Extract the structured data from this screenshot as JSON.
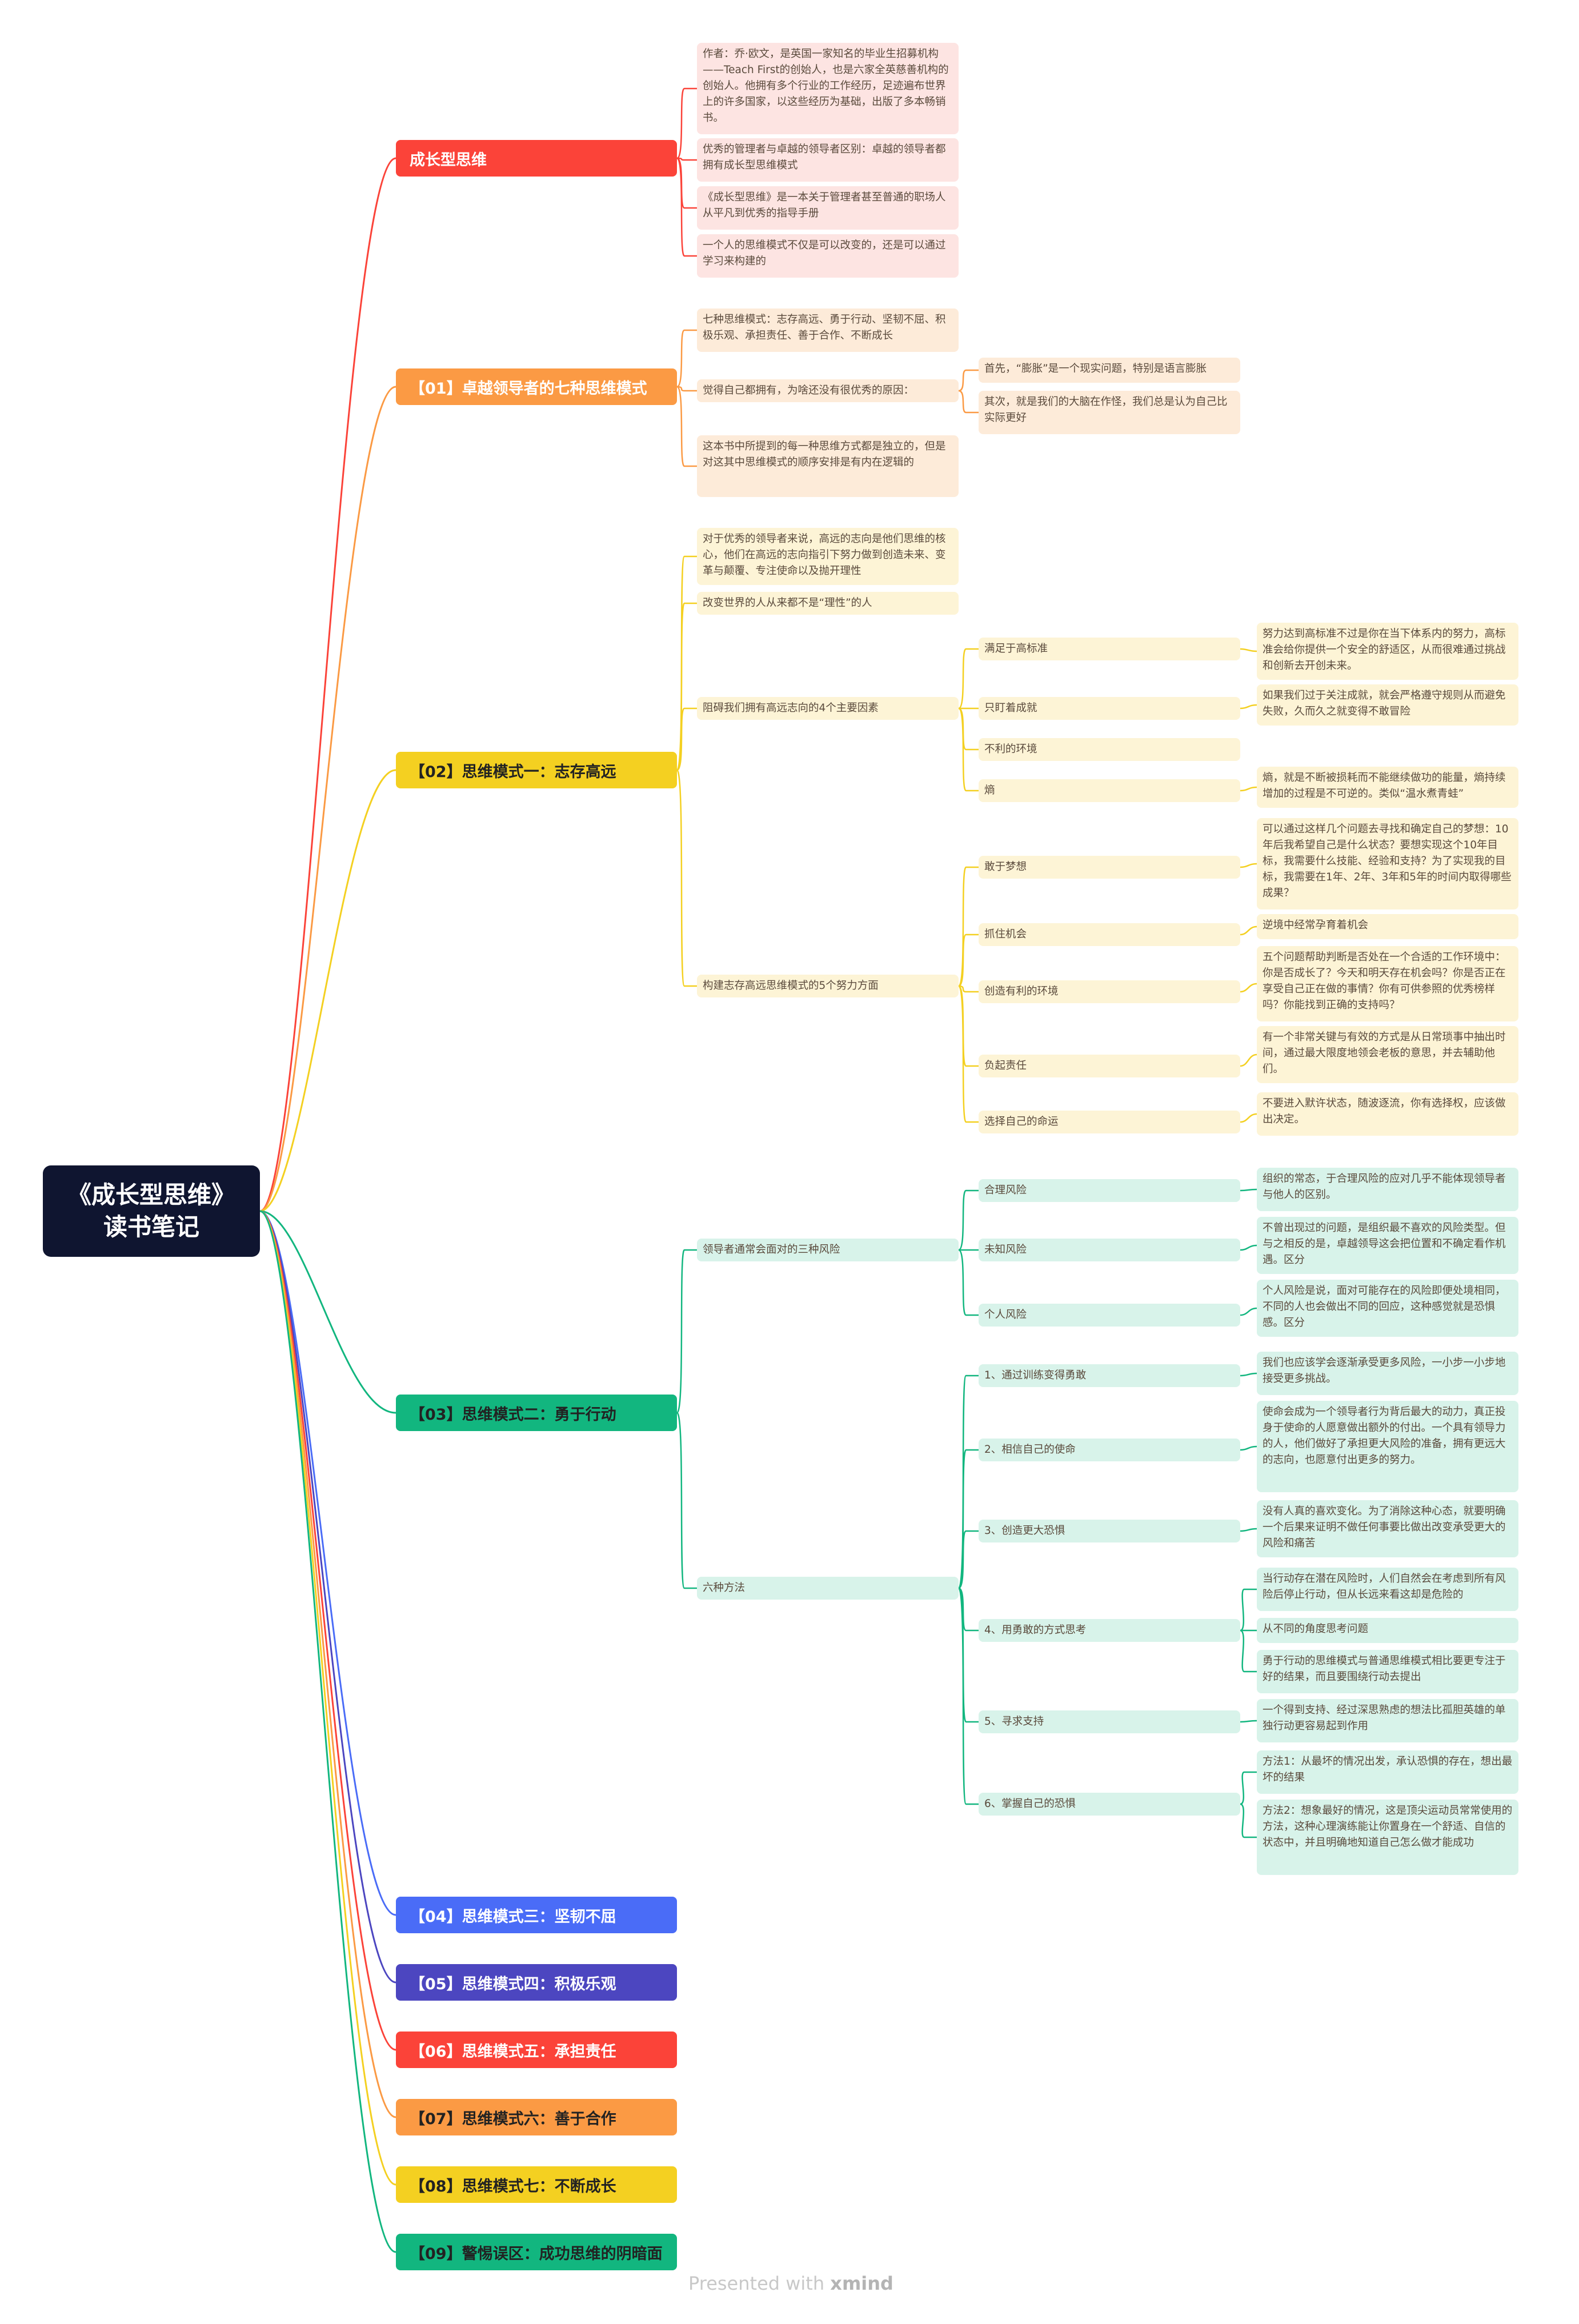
{
  "root": {
    "line1": "《成长型思维》",
    "line2": "读书笔记"
  },
  "branches": [
    {
      "label": "成长型思维",
      "color": "#fb4339"
    },
    {
      "label": "【01】卓越领导者的七种思维模式",
      "color": "#fb9a44"
    },
    {
      "label": "【02】思维模式一：志存高远",
      "color": "#f4d021"
    },
    {
      "label": "【03】思维模式二：勇于行动",
      "color": "#12b67f"
    },
    {
      "label": "【04】思维模式三：坚韧不屈",
      "color": "#4a6cf7"
    },
    {
      "label": "【05】思维模式四：积极乐观",
      "color": "#4c46c0"
    },
    {
      "label": "【06】思维模式五：承担责任",
      "color": "#fb4339"
    },
    {
      "label": "【07】思维模式六：善于合作",
      "color": "#fb9a44"
    },
    {
      "label": "【08】思维模式七：不断成长",
      "color": "#f4d021"
    },
    {
      "label": "【09】警惕误区：成功思维的阴暗面",
      "color": "#12b67f"
    }
  ],
  "b0": [
    "作者：乔·欧文，是英国一家知名的毕业生招募机构——Teach First的创始人，也是六家全英慈善机构的创始人。他拥有多个行业的工作经历，足迹遍布世界上的许多国家，以这些经历为基础，出版了多本畅销书。",
    "优秀的管理者与卓越的领导者区别：卓越的领导者都拥有成长型思维模式",
    "《成长型思维》是一本关于管理者甚至普通的职场人从平凡到优秀的指导手册",
    "一个人的思维模式不仅是可以改变的，还是可以通过学习来构建的"
  ],
  "b1": {
    "items": [
      "七种思维模式：志存高远、勇于行动、坚韧不屈、积极乐观、承担责任、善于合作、不断成长",
      "觉得自己都拥有，为啥还没有很优秀的原因：",
      "这本书中所提到的每一种思维方式都是独立的，但是对这其中思维模式的顺序安排是有内在逻辑的"
    ],
    "sub": [
      "首先，“膨胀”是一个现实问题，特别是语言膨胀",
      "其次，就是我们的大脑在作怪，我们总是认为自己比实际更好"
    ]
  },
  "b2": {
    "items": [
      "对于优秀的领导者来说，高远的志向是他们思维的核心，他们在高远的志向指引下努力做到创造未来、变革与颠覆、专注使命以及抛开理性",
      "改变世界的人从来都不是“理性”的人",
      "阻碍我们拥有高远志向的4个主要因素",
      "构建志存高远思维模式的5个努力方面"
    ],
    "factors": [
      "满足于高标准",
      "只盯着成就",
      "不利的环境",
      "熵"
    ],
    "factor_notes": [
      "努力达到高标准不过是你在当下体系内的努力，高标准会给你提供一个安全的舒适区，从而很难通过挑战和创新去开创未来。",
      "如果我们过于关注成就，就会严格遵守规则从而避免失败，久而久之就变得不敢冒险",
      "熵，就是不断被损耗而不能继续做功的能量，熵持续增加的过程是不可逆的。类似“温水煮青蛙”"
    ],
    "efforts": [
      "敢于梦想",
      "抓住机会",
      "创造有利的环境",
      "负起责任",
      "选择自己的命运"
    ],
    "effort_notes": [
      "可以通过这样几个问题去寻找和确定自己的梦想：10年后我希望自己是什么状态？要想实现这个10年目标，我需要什么技能、经验和支持？为了实现我的目标，我需要在1年、2年、3年和5年的时间内取得哪些成果？",
      "逆境中经常孕育着机会",
      "五个问题帮助判断是否处在一个合适的工作环境中：你是否成长了？今天和明天存在机会吗？你是否正在享受自己正在做的事情？你有可供参照的优秀榜样吗？你能找到正确的支持吗？",
      "有一个非常关键与有效的方式是从日常琐事中抽出时间，通过最大限度地领会老板的意思，并去辅助他们。",
      "不要进入默许状态，随波逐流，你有选择权，应该做出决定。"
    ]
  },
  "b3": {
    "items": [
      "领导者通常会面对的三种风险",
      "六种方法"
    ],
    "risks": [
      "合理风险",
      "未知风险",
      "个人风险"
    ],
    "risk_notes": [
      "组织的常态，于合理风险的应对几乎不能体现领导者与他人的区别。",
      "不曾出现过的问题，是组织最不喜欢的风险类型。但与之相反的是，卓越领导这会把位置和不确定看作机遇。区分",
      "个人风险是说，面对可能存在的风险即便处境相同，不同的人也会做出不同的回应，这种感觉就是恐惧感。区分"
    ],
    "methods": [
      "1、通过训练变得勇敢",
      "2、相信自己的使命",
      "3、创造更大恐惧",
      "4、用勇敢的方式思考",
      "5、寻求支持",
      "6、掌握自己的恐惧"
    ],
    "method_notes": [
      "我们也应该学会逐渐承受更多风险，一小步一小步地接受更多挑战。",
      "使命会成为一个领导者行为背后最大的动力，真正投身于使命的人愿意做出额外的付出。一个具有领导力的人，他们做好了承担更大风险的准备，拥有更远大的志向，也愿意付出更多的努力。",
      "没有人真的喜欢变化。为了消除这种心态，就要明确一个后果来证明不做任何事要比做出改变承受更大的风险和痛苦"
    ],
    "think_notes": [
      "当行动存在潜在风险时，人们自然会在考虑到所有风险后停止行动，但从长远来看这却是危险的",
      "从不同的角度思考问题",
      "勇于行动的思维模式与普通思维模式相比要更专注于好的结果，而且要围绕行动去提出"
    ],
    "support_note": "一个得到支持、经过深思熟虑的想法比孤胆英雄的单独行动更容易起到作用",
    "fear_notes": [
      "方法1：从最坏的情况出发，承认恐惧的存在，想出最坏的结果",
      "方法2：想象最好的情况，这是顶尖运动员常常使用的方法，这种心理演练能让你置身在一个舒适、自信的状态中，并且明确地知道自己怎么做才能成功"
    ]
  },
  "footer": {
    "prefix": "Presented with",
    "brand": "xmind"
  }
}
